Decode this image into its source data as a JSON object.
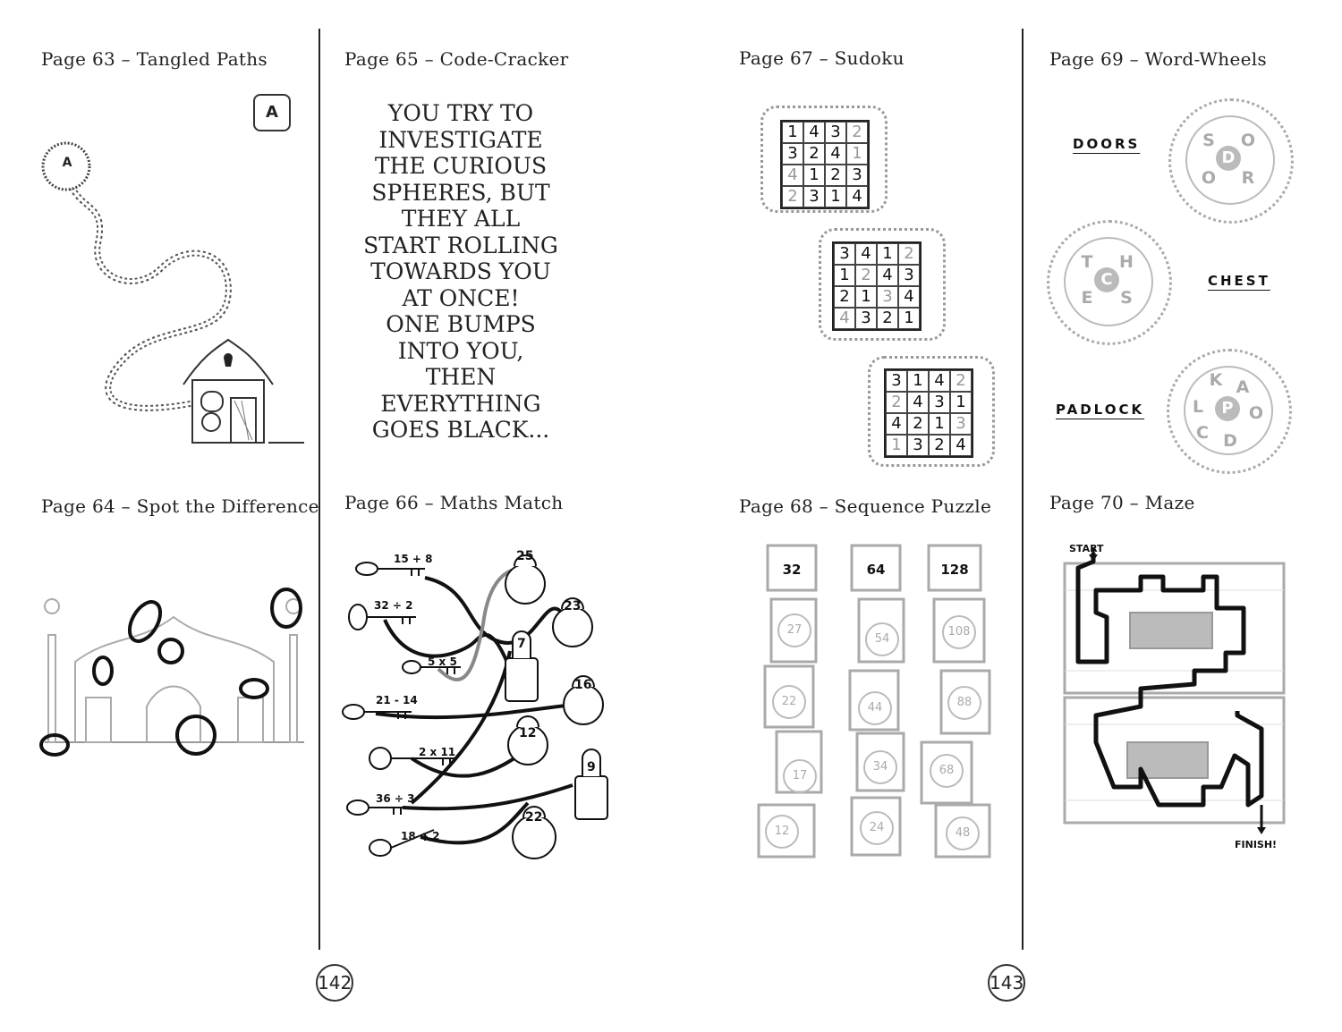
{
  "sections": {
    "p63": "Page 63 – Tangled Paths",
    "p64": "Page 64 – Spot the Difference",
    "p65": "Page 65 – Code-Cracker",
    "p66": "Page 66 – Maths Match",
    "p67": "Page 67 – Sudoku",
    "p68": "Page 68 – Sequence  Puzzle",
    "p69": "Page 69 – Word-Wheels",
    "p70": "Page 70 – Maze"
  },
  "tangled": {
    "badge_top": "A",
    "badge_start": "A"
  },
  "code_cracker_lines": [
    "YOU TRY TO",
    "INVESTIGATE",
    "THE CURIOUS",
    "SPHERES, BUT",
    "THEY ALL",
    "START ROLLING",
    "TOWARDS YOU",
    "AT ONCE!",
    "ONE BUMPS",
    "INTO YOU,",
    "THEN",
    "EVERYTHING",
    "GOES BLACK..."
  ],
  "sudoku": [
    {
      "cells": [
        [
          "1",
          "4",
          "3",
          "2"
        ],
        [
          "3",
          "2",
          "4",
          "1"
        ],
        [
          "4",
          "1",
          "2",
          "3"
        ],
        [
          "2",
          "3",
          "1",
          "4"
        ]
      ],
      "grey": [
        [
          false,
          false,
          false,
          true
        ],
        [
          false,
          false,
          false,
          true
        ],
        [
          true,
          false,
          false,
          false
        ],
        [
          true,
          false,
          false,
          false
        ]
      ]
    },
    {
      "cells": [
        [
          "3",
          "4",
          "1",
          "2"
        ],
        [
          "1",
          "2",
          "4",
          "3"
        ],
        [
          "2",
          "1",
          "3",
          "4"
        ],
        [
          "4",
          "3",
          "2",
          "1"
        ]
      ],
      "grey": [
        [
          false,
          false,
          false,
          true
        ],
        [
          false,
          true,
          false,
          false
        ],
        [
          false,
          false,
          true,
          false
        ],
        [
          true,
          false,
          false,
          false
        ]
      ]
    },
    {
      "cells": [
        [
          "3",
          "1",
          "4",
          "2"
        ],
        [
          "2",
          "4",
          "3",
          "1"
        ],
        [
          "4",
          "2",
          "1",
          "3"
        ],
        [
          "1",
          "3",
          "2",
          "4"
        ]
      ],
      "grey": [
        [
          false,
          false,
          false,
          true
        ],
        [
          true,
          false,
          false,
          false
        ],
        [
          false,
          false,
          false,
          true
        ],
        [
          true,
          false,
          false,
          false
        ]
      ]
    }
  ],
  "maths_match": {
    "keys": [
      "15 + 8",
      "32 ÷ 2",
      "5 x 5",
      "21 - 14",
      "2 x 11",
      "36 ÷ 3",
      "18 ÷ 2"
    ],
    "locks": [
      "25",
      "23",
      "7",
      "16",
      "12",
      "9",
      "22"
    ]
  },
  "sequence": {
    "columns": [
      {
        "top": "32",
        "values": [
          "27",
          "22",
          "17",
          "12"
        ]
      },
      {
        "top": "64",
        "values": [
          "54",
          "44",
          "34",
          "24"
        ]
      },
      {
        "top": "128",
        "values": [
          "108",
          "88",
          "68",
          "48"
        ]
      }
    ]
  },
  "word_wheels": [
    {
      "word": "DOORS",
      "center": "D",
      "letters": [
        "S",
        "O",
        "O",
        "R"
      ]
    },
    {
      "word": "CHEST",
      "center": "C",
      "letters": [
        "T",
        "H",
        "E",
        "S"
      ]
    },
    {
      "word": "PADLOCK",
      "center": "P",
      "letters": [
        "K",
        "A",
        "L",
        "O",
        "C",
        "D"
      ]
    }
  ],
  "maze": {
    "start": "START",
    "finish": "FINISH!"
  },
  "page_numbers": {
    "left": "142",
    "right": "143"
  }
}
